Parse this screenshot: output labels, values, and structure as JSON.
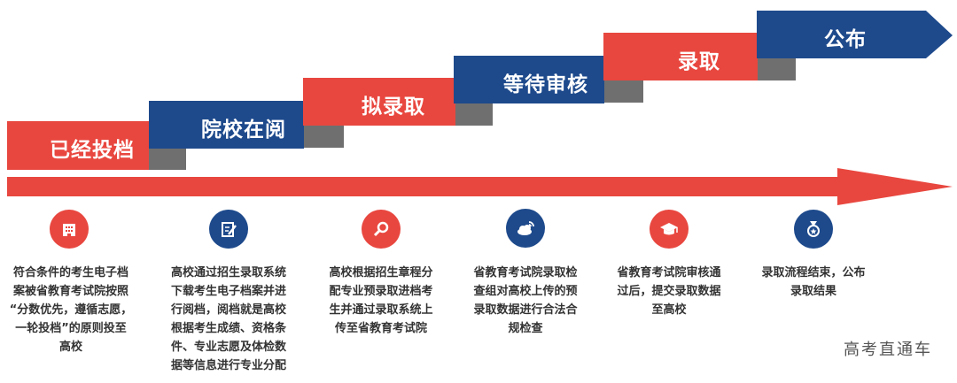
{
  "colors": {
    "red": "#e8473f",
    "blue": "#1e4a8c",
    "shadow": "#6f6f6f",
    "text": "#333333"
  },
  "steps": [
    {
      "label": "已经投档",
      "color": "red"
    },
    {
      "label": "院校在阅",
      "color": "blue"
    },
    {
      "label": "拟录取",
      "color": "red"
    },
    {
      "label": "等待审核",
      "color": "blue"
    },
    {
      "label": "录取",
      "color": "red"
    },
    {
      "label": "公布",
      "color": "blue"
    }
  ],
  "items": [
    {
      "icon": "building-icon",
      "color": "red",
      "lines": [
        "符合条件的考生电子档",
        "案被省教育考试院按照",
        "“分数优先，遵循志愿，",
        "一轮投档”的原则投至",
        "高校"
      ]
    },
    {
      "icon": "edit-document-icon",
      "color": "blue",
      "lines": [
        "高校通过招生录取系统",
        "下载考生电子档案并进",
        "行阅档，阅档就是高校",
        "根据考生成绩、资格条",
        "件、专业志愿及体检数",
        "据等信息进行专业分配"
      ]
    },
    {
      "icon": "search-icon",
      "color": "red",
      "lines": [
        "高校根据招生章程分",
        "配专业预录取进档考",
        "生并通过录取系统上",
        "传至省教育考试院"
      ]
    },
    {
      "icon": "cloud-signal-icon",
      "color": "blue",
      "lines": [
        "省教育考试院录取检",
        "查组对高校上传的预",
        "录取数据进行合法合",
        "规检查"
      ]
    },
    {
      "icon": "graduation-cap-icon",
      "color": "red",
      "lines": [
        "省教育考试院审核通",
        "过后，提交录取数据",
        "至高校"
      ]
    },
    {
      "icon": "medal-icon",
      "color": "blue",
      "lines": [
        "录取流程结束，公布",
        "录取结果"
      ]
    }
  ],
  "watermark": "高考直通车"
}
